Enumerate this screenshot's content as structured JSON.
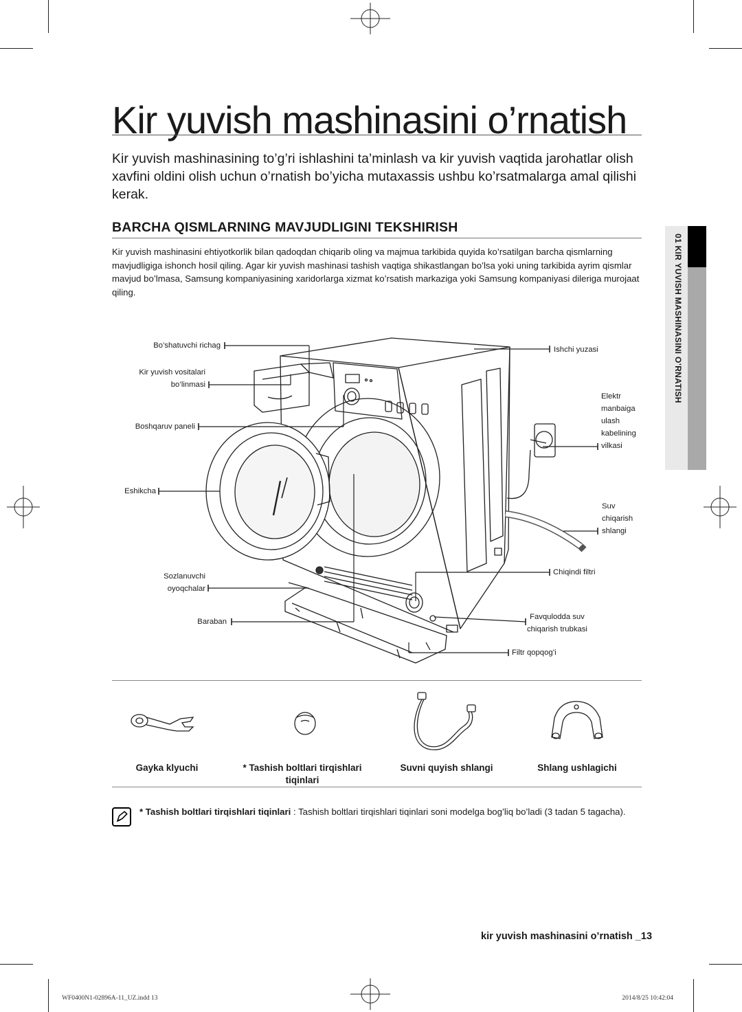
{
  "page": {
    "title": "Kir yuvish mashinasini o’rnatish",
    "intro": "Kir yuvish mashinasining to’g’ri ishlashini ta’minlash va kir yuvish vaqtida jarohatlar olish xavfini oldini olish uchun o’rnatish bo’yicha mutaxassis ushbu ko’rsatmalarga amal qilishi kerak.",
    "side_tab": "01 KIR YUVISH MASHINASINI O’RNATISH"
  },
  "section": {
    "heading": "BARCHA QISMLARNING MAVJUDLIGINI TEKSHIRISH",
    "body": "Kir yuvish mashinasini ehtiyotkorlik bilan qadoqdan chiqarib oling va majmua tarkibida quyida ko’rsatilgan barcha qismlarning mavjudligiga ishonch hosil qiling. Agar kir yuvish mashinasi tashish vaqtiga shikastlangan bo’lsa yoki uning tarkibida ayrim qismlar mavjud bo’lmasa, Samsung kompaniyasining xaridorlarga xizmat ko’rsatish markaziga yoki Samsung kompaniyasi dileriga murojaat qiling."
  },
  "diagram_labels": {
    "lever": "Bo’shatuvchi richag",
    "detergent_1": "Kir yuvish vositalari",
    "detergent_2": "bo’linmasi",
    "control": "Boshqaruv paneli",
    "door": "Eshikcha",
    "feet_1": "Sozlanuvchi",
    "feet_2": "oyoqchalar",
    "drum": "Baraban",
    "worktop": "Ishchi yuzasi",
    "plug_1": "Elektr",
    "plug_2": "manbaiga",
    "plug_3": "ulash",
    "plug_4": "kabelining",
    "plug_5": "vilkasi",
    "drain_1": "Suv",
    "drain_2": "chiqarish",
    "drain_3": "shlangi",
    "filter": "Chiqindi filtri",
    "emergency_1": "Favqulodda suv",
    "emergency_2": "chiqarish trubkasi",
    "filter_cover": "Filtr qopqog’i"
  },
  "parts": [
    {
      "name": "Gayka klyuchi",
      "icon": "spanner-icon"
    },
    {
      "name": "* Tashish boltlari tirqishlari",
      "name2": "tiqinlari",
      "icon": "bolt-cap-icon"
    },
    {
      "name": "Suvni quyish shlangi",
      "icon": "hose-icon"
    },
    {
      "name": "Shlang ushlagichi",
      "icon": "hose-guide-icon"
    }
  ],
  "note": {
    "bold": "* Tashish boltlari tirqishlari tiqinlari",
    "text": " : Tashish boltlari tirqishlari tiqinlari soni modelga bog’liq bo’ladi (3 tadan 5 tagacha)."
  },
  "footer": {
    "title": "kir yuvish mashinasini o’rnatish _13",
    "file": "WF0400N1-02896A-11_UZ.indd   13",
    "date": "2014/8/25   10:42:04"
  }
}
